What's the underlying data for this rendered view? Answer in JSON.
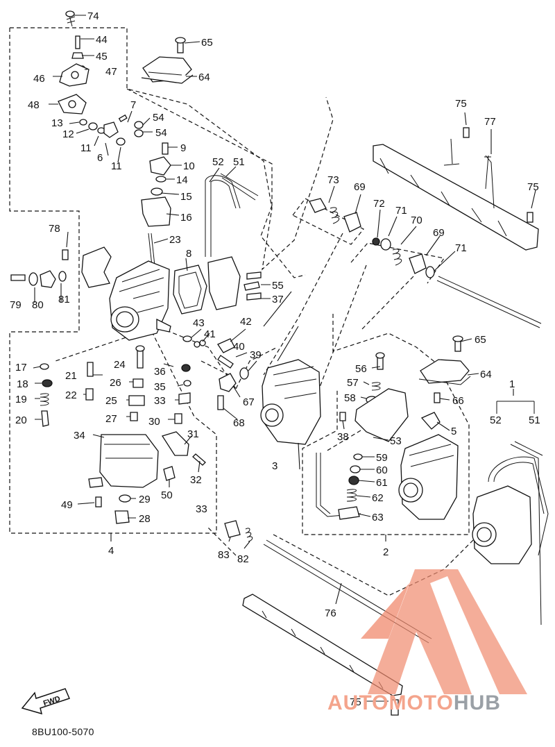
{
  "figure_code": "8BU100-5070",
  "fwd_label": "FWD",
  "watermark": {
    "part1": "AUTOMOTO",
    "part2": "HUB"
  },
  "colors": {
    "ink": "#111111",
    "watermark_red": "#f08a6e",
    "watermark_gray": "#9aa0a6"
  },
  "callouts": [
    {
      "id": "c74",
      "text": "74"
    },
    {
      "id": "c44",
      "text": "44"
    },
    {
      "id": "c45",
      "text": "45"
    },
    {
      "id": "c47",
      "text": "47"
    },
    {
      "id": "c46",
      "text": "46"
    },
    {
      "id": "c48",
      "text": "48"
    },
    {
      "id": "c7",
      "text": "7"
    },
    {
      "id": "c54a",
      "text": "54"
    },
    {
      "id": "c54b",
      "text": "54"
    },
    {
      "id": "c13",
      "text": "13"
    },
    {
      "id": "c12",
      "text": "12"
    },
    {
      "id": "c11a",
      "text": "11"
    },
    {
      "id": "c6",
      "text": "6"
    },
    {
      "id": "c11b",
      "text": "11"
    },
    {
      "id": "c9",
      "text": "9"
    },
    {
      "id": "c10",
      "text": "10"
    },
    {
      "id": "c14",
      "text": "14"
    },
    {
      "id": "c15",
      "text": "15"
    },
    {
      "id": "c16",
      "text": "16"
    },
    {
      "id": "c65a",
      "text": "65"
    },
    {
      "id": "c64a",
      "text": "64"
    },
    {
      "id": "c52a",
      "text": "52"
    },
    {
      "id": "c51a",
      "text": "51"
    },
    {
      "id": "c73",
      "text": "73"
    },
    {
      "id": "c69a",
      "text": "69"
    },
    {
      "id": "c72",
      "text": "72"
    },
    {
      "id": "c71a",
      "text": "71"
    },
    {
      "id": "c70",
      "text": "70"
    },
    {
      "id": "c69b",
      "text": "69"
    },
    {
      "id": "c71b",
      "text": "71"
    },
    {
      "id": "c75a",
      "text": "75"
    },
    {
      "id": "c77",
      "text": "77"
    },
    {
      "id": "c75b",
      "text": "75"
    },
    {
      "id": "c78",
      "text": "78"
    },
    {
      "id": "c23",
      "text": "23"
    },
    {
      "id": "c8",
      "text": "8"
    },
    {
      "id": "c79",
      "text": "79"
    },
    {
      "id": "c80",
      "text": "80"
    },
    {
      "id": "c81",
      "text": "81"
    },
    {
      "id": "c55",
      "text": "55"
    },
    {
      "id": "c37",
      "text": "37"
    },
    {
      "id": "c43",
      "text": "43"
    },
    {
      "id": "c41",
      "text": "41"
    },
    {
      "id": "c42",
      "text": "42"
    },
    {
      "id": "c40",
      "text": "40"
    },
    {
      "id": "c39",
      "text": "39"
    },
    {
      "id": "c17",
      "text": "17"
    },
    {
      "id": "c21",
      "text": "21"
    },
    {
      "id": "c24",
      "text": "24"
    },
    {
      "id": "c36",
      "text": "36"
    },
    {
      "id": "c18",
      "text": "18"
    },
    {
      "id": "c26",
      "text": "26"
    },
    {
      "id": "c35",
      "text": "35"
    },
    {
      "id": "c22",
      "text": "22"
    },
    {
      "id": "c19",
      "text": "19"
    },
    {
      "id": "c25",
      "text": "25"
    },
    {
      "id": "c33a",
      "text": "33"
    },
    {
      "id": "c67",
      "text": "67"
    },
    {
      "id": "c20",
      "text": "20"
    },
    {
      "id": "c27",
      "text": "27"
    },
    {
      "id": "c30",
      "text": "30"
    },
    {
      "id": "c68",
      "text": "68"
    },
    {
      "id": "c34",
      "text": "34"
    },
    {
      "id": "c31",
      "text": "31"
    },
    {
      "id": "c32",
      "text": "32"
    },
    {
      "id": "c50",
      "text": "50"
    },
    {
      "id": "c49",
      "text": "49"
    },
    {
      "id": "c29",
      "text": "29"
    },
    {
      "id": "c33b",
      "text": "33"
    },
    {
      "id": "c28",
      "text": "28"
    },
    {
      "id": "c4",
      "text": "4"
    },
    {
      "id": "c3",
      "text": "3"
    },
    {
      "id": "c56",
      "text": "56"
    },
    {
      "id": "c57",
      "text": "57"
    },
    {
      "id": "c58",
      "text": "58"
    },
    {
      "id": "c38",
      "text": "38"
    },
    {
      "id": "c53",
      "text": "53"
    },
    {
      "id": "c59",
      "text": "59"
    },
    {
      "id": "c60",
      "text": "60"
    },
    {
      "id": "c61",
      "text": "61"
    },
    {
      "id": "c62",
      "text": "62"
    },
    {
      "id": "c63",
      "text": "63"
    },
    {
      "id": "c2",
      "text": "2"
    },
    {
      "id": "c65b",
      "text": "65"
    },
    {
      "id": "c64b",
      "text": "64"
    },
    {
      "id": "c66",
      "text": "66"
    },
    {
      "id": "c5",
      "text": "5"
    },
    {
      "id": "c1",
      "text": "1"
    },
    {
      "id": "c52b",
      "text": "52"
    },
    {
      "id": "c51b",
      "text": "51"
    },
    {
      "id": "c83",
      "text": "83"
    },
    {
      "id": "c82",
      "text": "82"
    },
    {
      "id": "c76",
      "text": "76"
    },
    {
      "id": "c75c",
      "text": "75"
    }
  ]
}
